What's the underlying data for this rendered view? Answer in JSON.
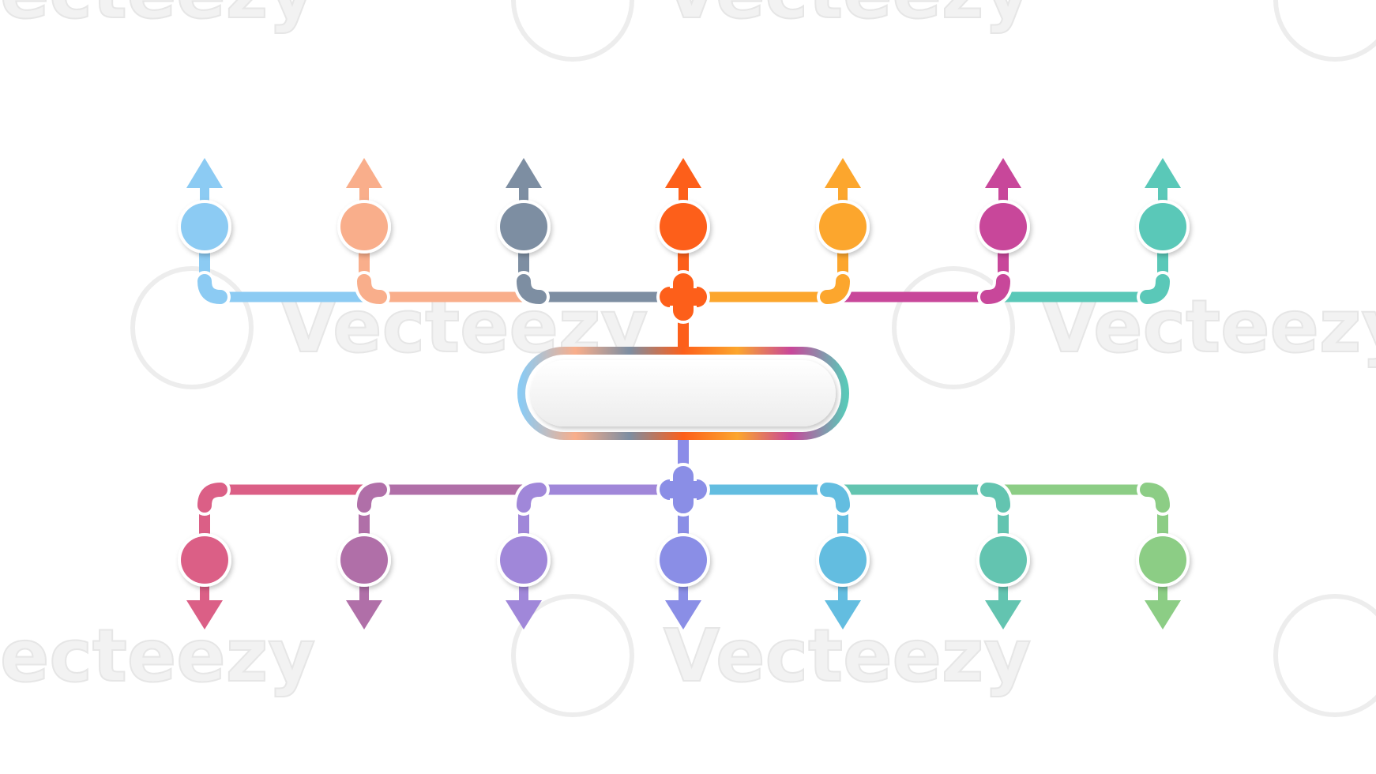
{
  "watermark": {
    "text": "Vecteezy",
    "partial_text": "ecteezy"
  },
  "colors": {
    "top_nodes": [
      "#8ccbf3",
      "#f9ae8b",
      "#7d8ea2",
      "#fd5f1a",
      "#fca62d",
      "#c8479a",
      "#5ac8b8"
    ],
    "bottom_nodes": [
      "#db5f86",
      "#b06fa8",
      "#a087d9",
      "#8a8ee6",
      "#63bde0",
      "#63c4b0",
      "#8ccd85"
    ],
    "top_hub": "#fd5f1a",
    "bottom_hub": "#8b8ce8",
    "center_box_fill": "#f3f3f3"
  },
  "diagram": {
    "center_label": "",
    "top_branches": 7,
    "bottom_branches": 7
  }
}
